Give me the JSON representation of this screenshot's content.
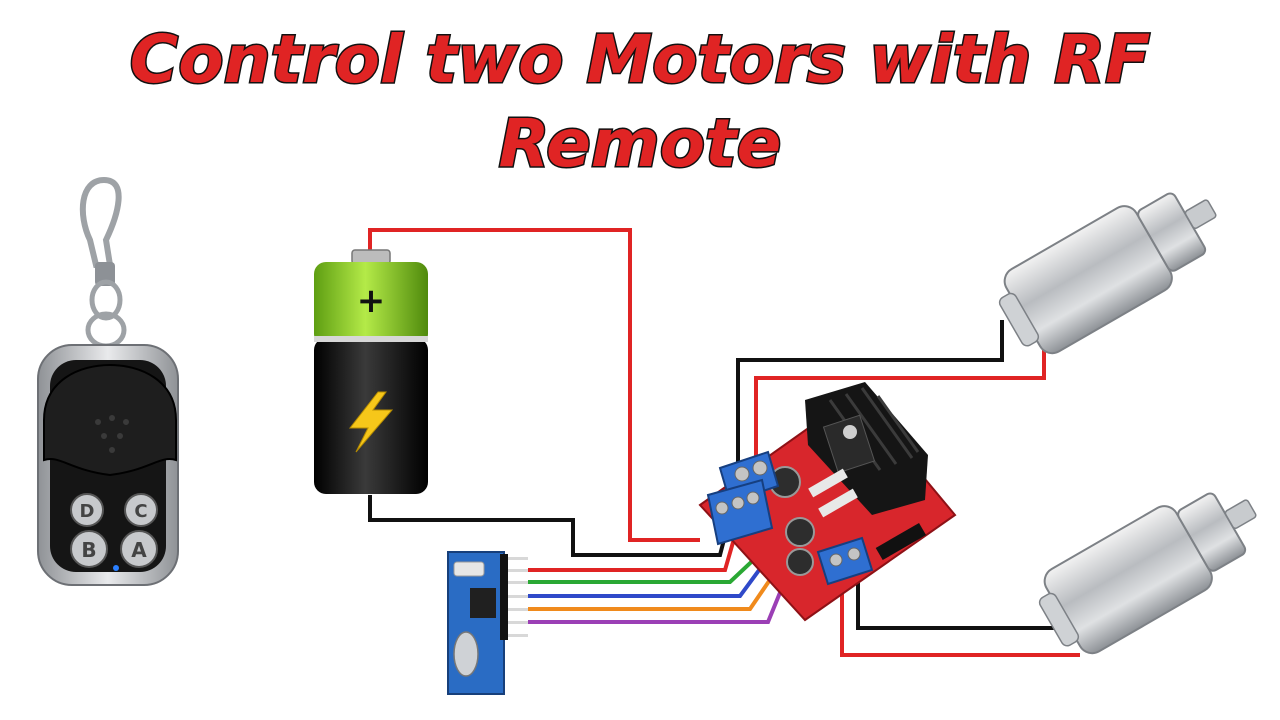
{
  "title": {
    "line1": "Control two Motors with RF",
    "line2": "Remote"
  },
  "remote": {
    "buttons": [
      "D",
      "C",
      "B",
      "A"
    ]
  },
  "battery": {
    "plus_symbol": "+"
  },
  "colors": {
    "title_fill": "#e02424",
    "title_outline": "#111111",
    "wire_positive": "#e02424",
    "wire_negative": "#111111",
    "wire_green": "#2aa834",
    "wire_blue": "#2f49c9",
    "wire_orange": "#f08a1c",
    "wire_purple": "#9b3fb5",
    "driver_board": "#d8262c",
    "receiver_board": "#2a6cc4",
    "battery_top": "#8fd22a",
    "battery_bottom": "#111111"
  }
}
